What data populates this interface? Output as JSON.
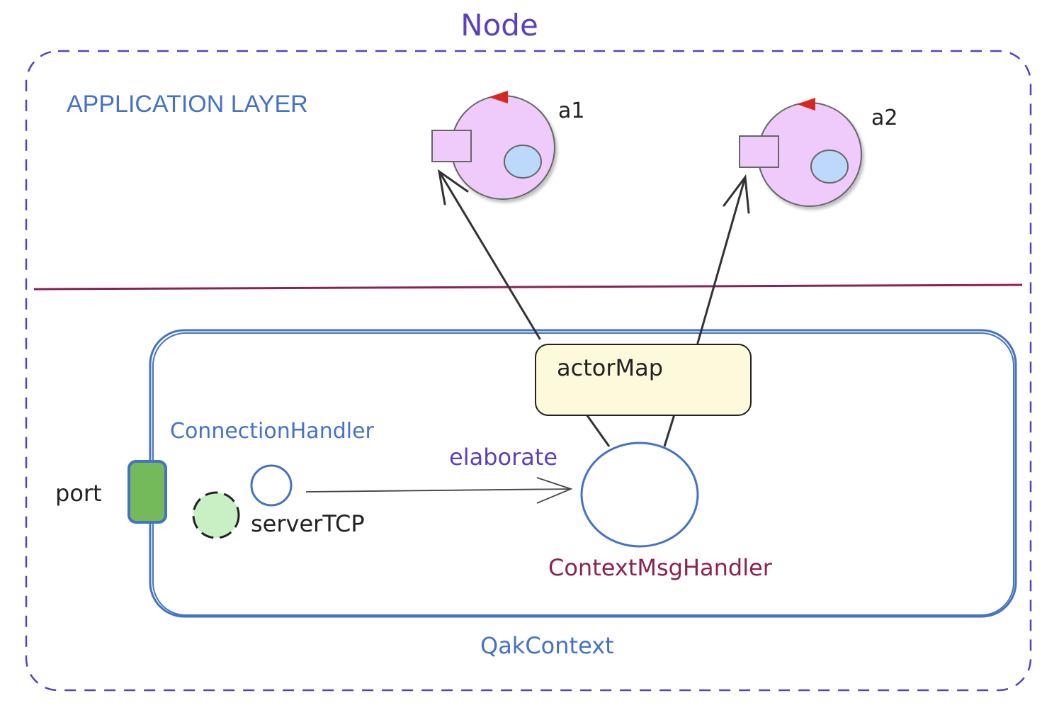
{
  "labels": {
    "node": "Node",
    "application_layer": "APPLICATION LAYER",
    "actor_a1": "a1",
    "actor_a2": "a2",
    "actor_map": "actorMap",
    "connection_handler": "ConnectionHandler",
    "elaborate": "elaborate",
    "port": "port",
    "server_tcp": "serverTCP",
    "context_msg_handler": "ContextMsgHandler",
    "qak_context": "QakContext"
  },
  "colors": {
    "node_border": "#5b3fbf",
    "node_title": "#5b3fbf",
    "layer_line": "#8b2252",
    "context_border": "#4472c4",
    "blue_text": "#4472c4",
    "purple_text": "#5b3fbf",
    "maroon_text": "#8b2252",
    "actor_fill": "#eecbfa",
    "actor_inner": "#bcd9fb",
    "actor_marker": "#d8271e",
    "map_fill": "#fdfadb",
    "port_fill": "#74b95a",
    "server_fill": "#c9f0c4"
  }
}
